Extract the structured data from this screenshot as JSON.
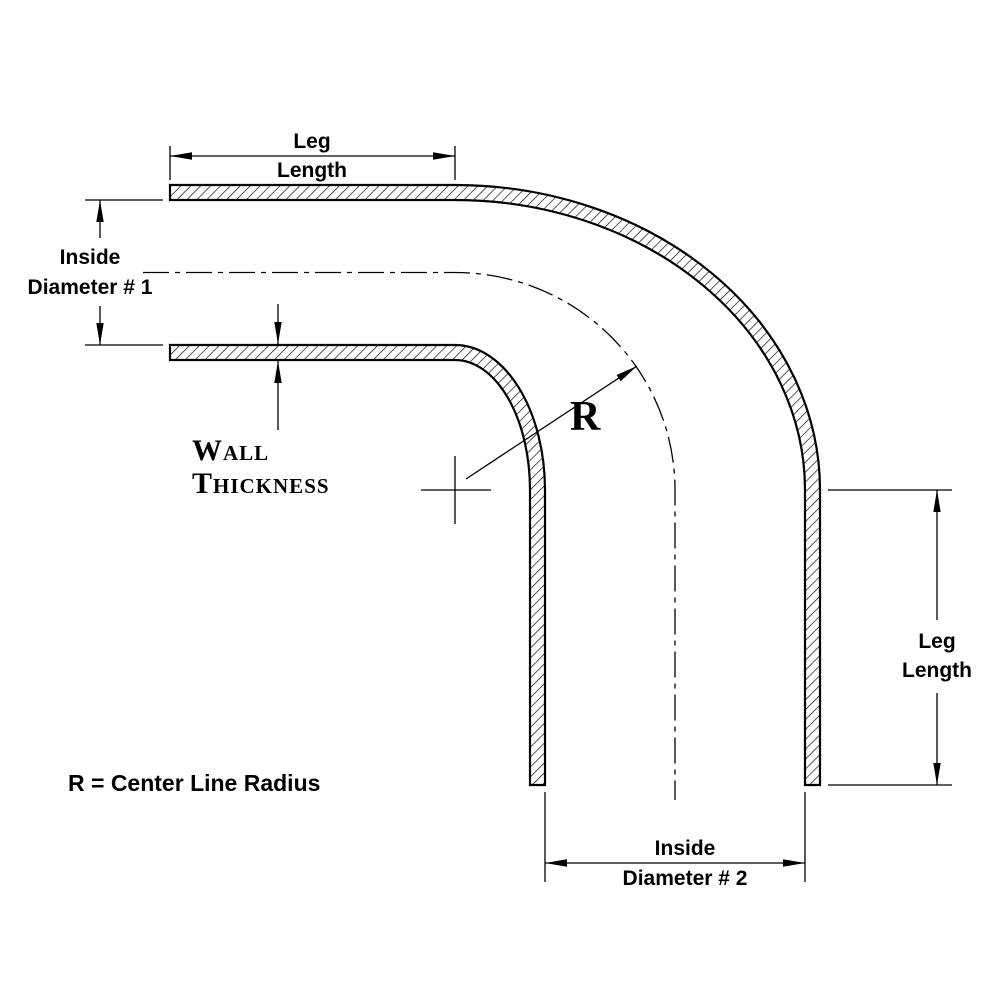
{
  "page": {
    "background": "#ffffff"
  },
  "diagram": {
    "colors": {
      "line": "#000000"
    },
    "labels": {
      "top_leg_length": {
        "line1": "Leg",
        "line2": "Length"
      },
      "inside_diameter_1": {
        "line1": "Inside",
        "line2": "Diameter # 1"
      },
      "wall_thickness": {
        "line1": "Wall",
        "line2": "Thickness"
      },
      "radius": "R",
      "right_leg_length": {
        "line1": "Leg",
        "line2": "Length"
      },
      "inside_diameter_2": {
        "line1": "Inside",
        "line2": "Diameter # 2"
      },
      "legend": "R = Center Line Radius"
    }
  }
}
